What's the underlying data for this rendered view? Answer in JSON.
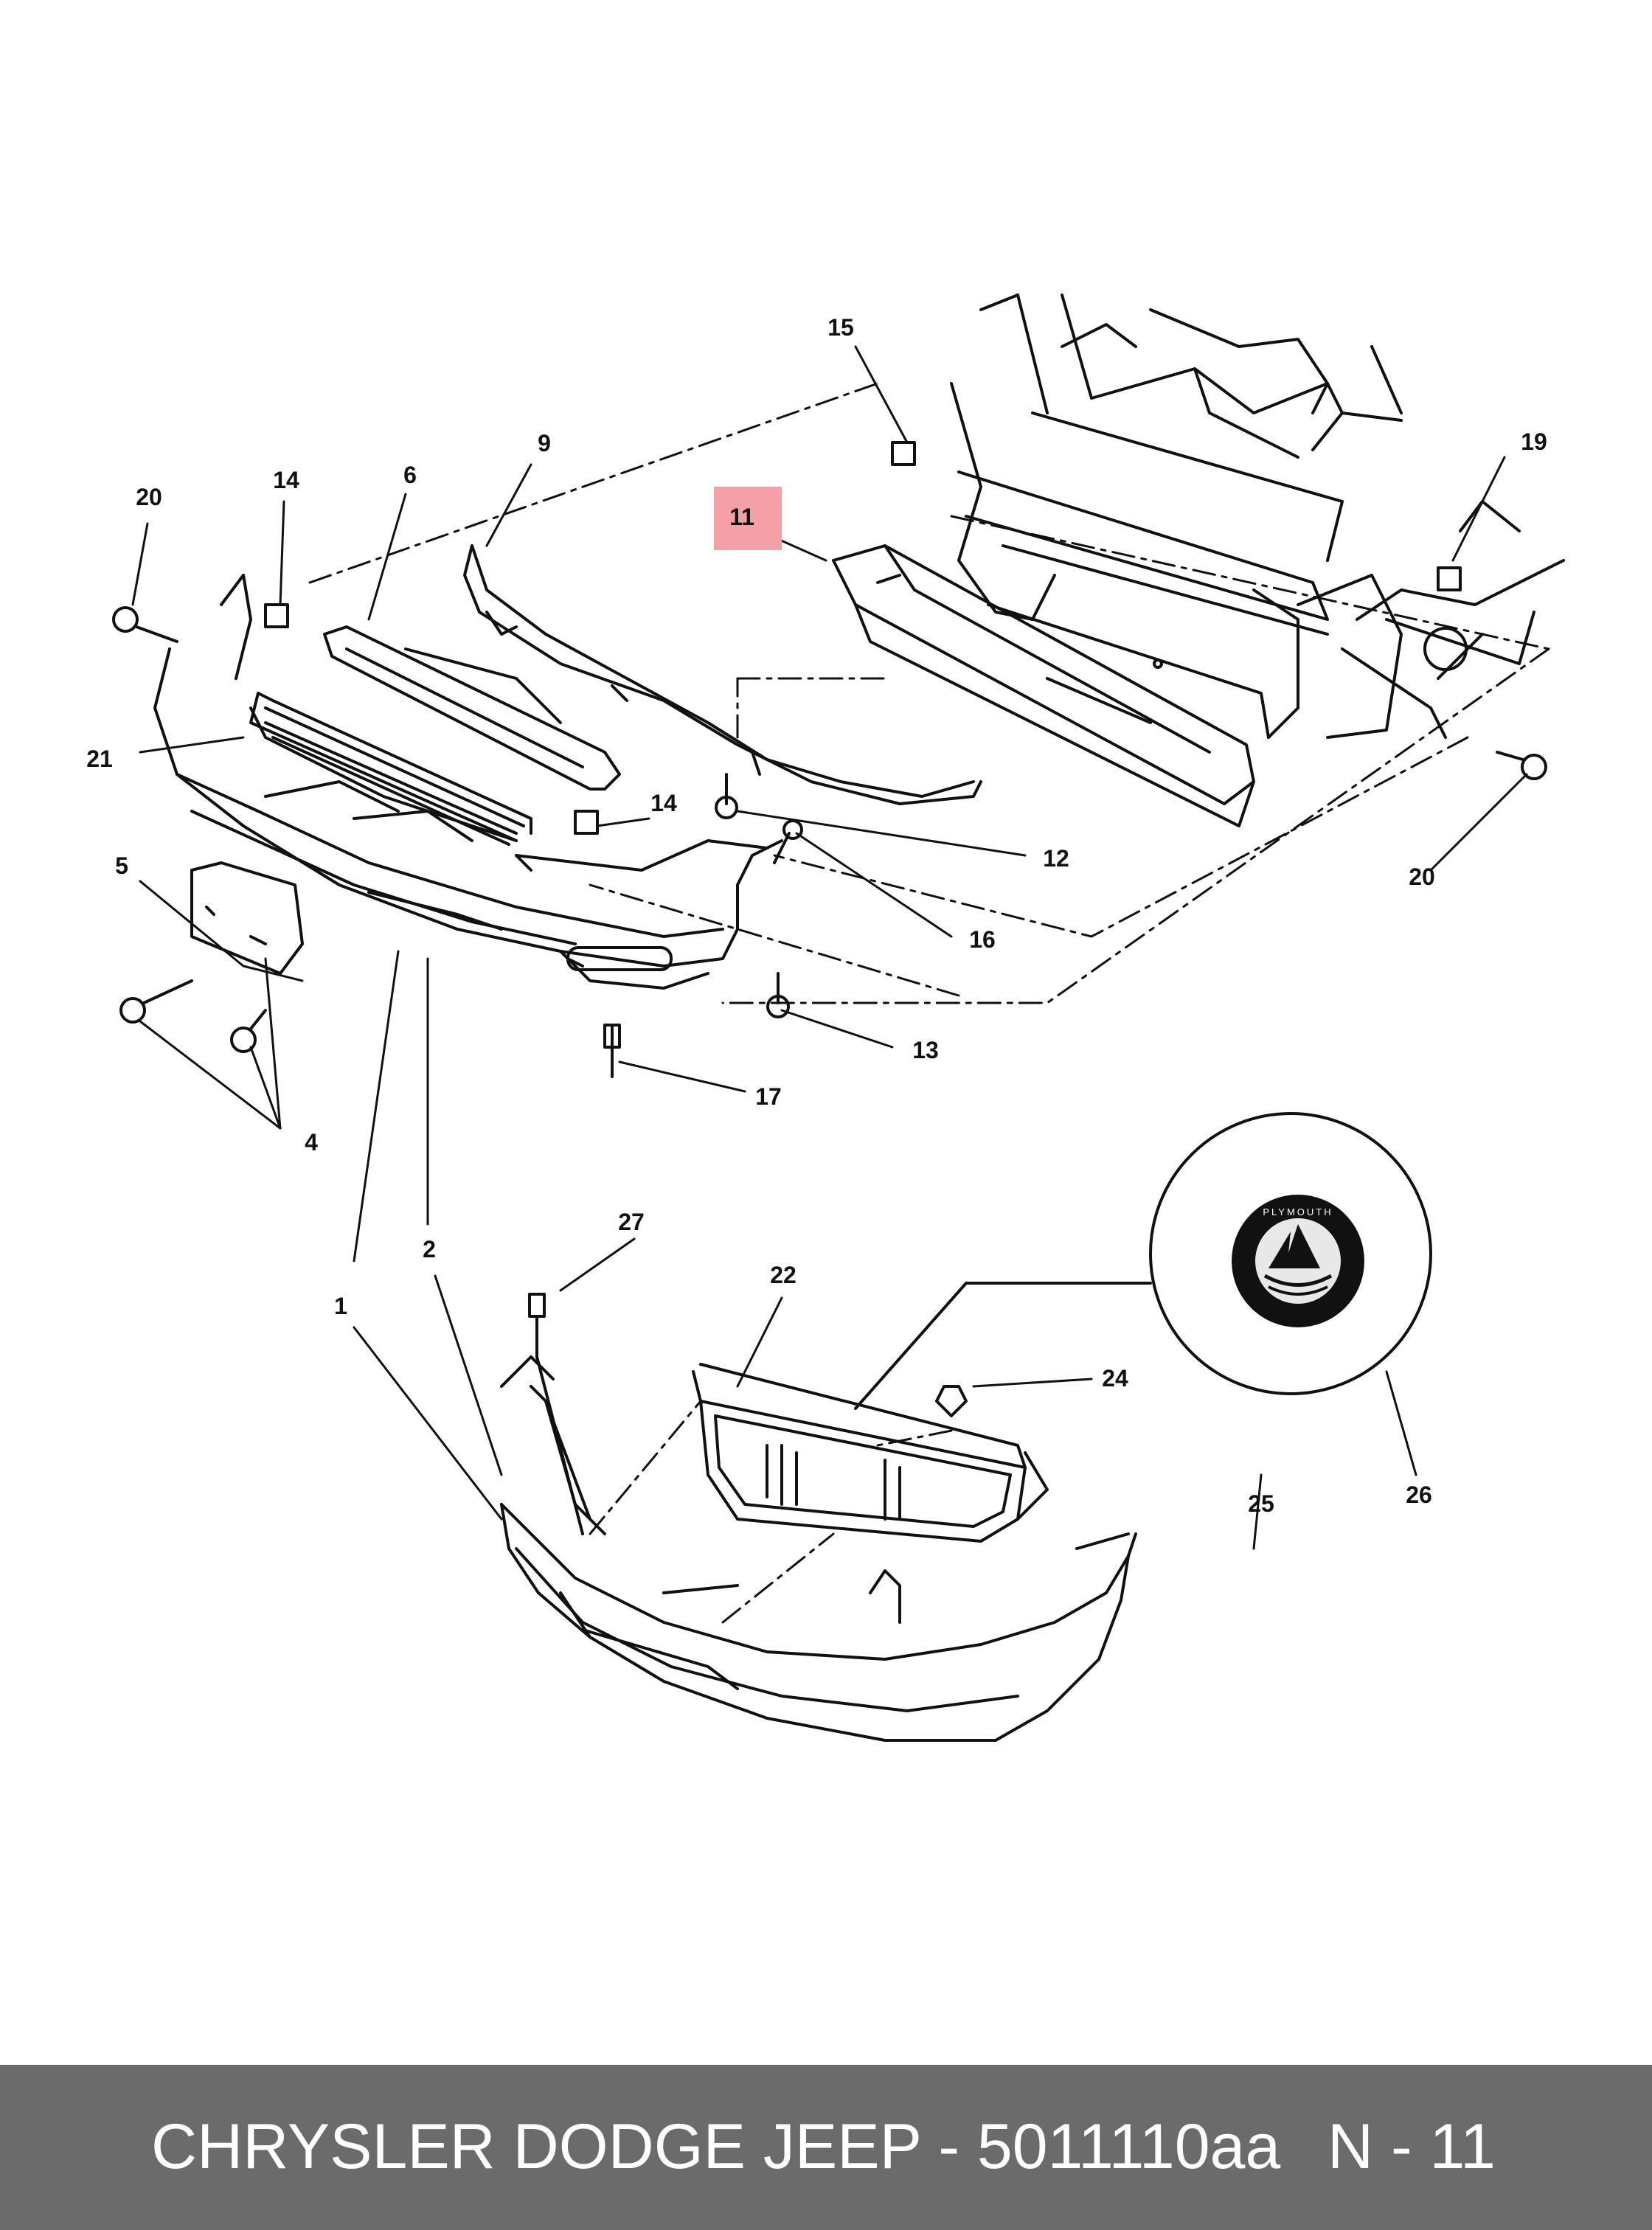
{
  "callouts": {
    "c1": "1",
    "c2": "2",
    "c4": "4",
    "c5": "5",
    "c6": "6",
    "c9": "9",
    "c11": "11",
    "c12": "12",
    "c13": "13",
    "c14a": "14",
    "c14b": "14",
    "c15": "15",
    "c16": "16",
    "c17": "17",
    "c19": "19",
    "c20a": "20",
    "c20b": "20",
    "c21": "21",
    "c22": "22",
    "c24": "24",
    "c25": "25",
    "c26": "26",
    "c27": "27"
  },
  "badge": {
    "text": "PLYMOUTH"
  },
  "highlight": {
    "part": "11",
    "color": "#f4a0a6"
  },
  "footer": {
    "title": "CHRYSLER DODGE JEEP - 5011110aa",
    "code": "N - 11",
    "background": "#6b6b6b"
  }
}
